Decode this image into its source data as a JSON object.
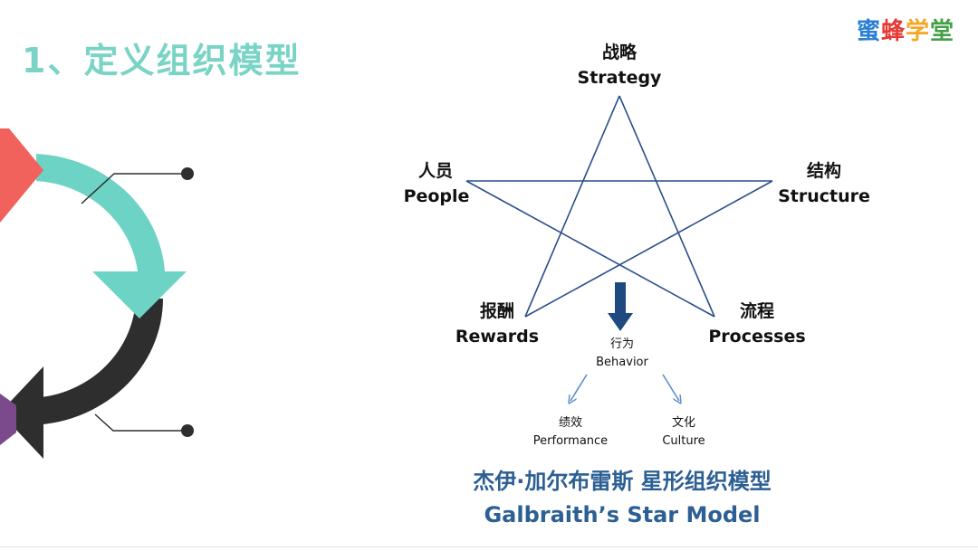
{
  "slide": {
    "title": "1、定义组织模型"
  },
  "logo": {
    "chars": [
      "蜜",
      "蜂",
      "学",
      "堂"
    ],
    "colors": [
      "#2a7fd4",
      "#e53935",
      "#f5a623",
      "#43a047"
    ]
  },
  "star_model": {
    "strategy": {
      "zh": "战略",
      "en": "Strategy"
    },
    "people": {
      "zh": "人员",
      "en": "People"
    },
    "structure": {
      "zh": "结构",
      "en": "Structure"
    },
    "rewards": {
      "zh": "报酬",
      "en": "Rewards"
    },
    "processes": {
      "zh": "流程",
      "en": "Processes"
    },
    "behavior": {
      "zh": "行为",
      "en": "Behavior"
    },
    "performance": {
      "zh": "绩效",
      "en": "Performance"
    },
    "culture": {
      "zh": "文化",
      "en": "Culture"
    },
    "caption_zh": "杰伊·加尔布雷斯 星形组织模型",
    "caption_en": "Galbraith’s Star Model"
  },
  "colors": {
    "title": "#79d4c6",
    "star_line": "#2b4f8a",
    "behavior_arrow": "#1f4a80",
    "small_arrows": "#5b8ecb",
    "caption": "#2c5f93",
    "cycle_teal": "#6dd3c4",
    "cycle_red": "#f2625c",
    "cycle_dark": "#2e2e2e",
    "cycle_purple": "#7b4a8c"
  }
}
